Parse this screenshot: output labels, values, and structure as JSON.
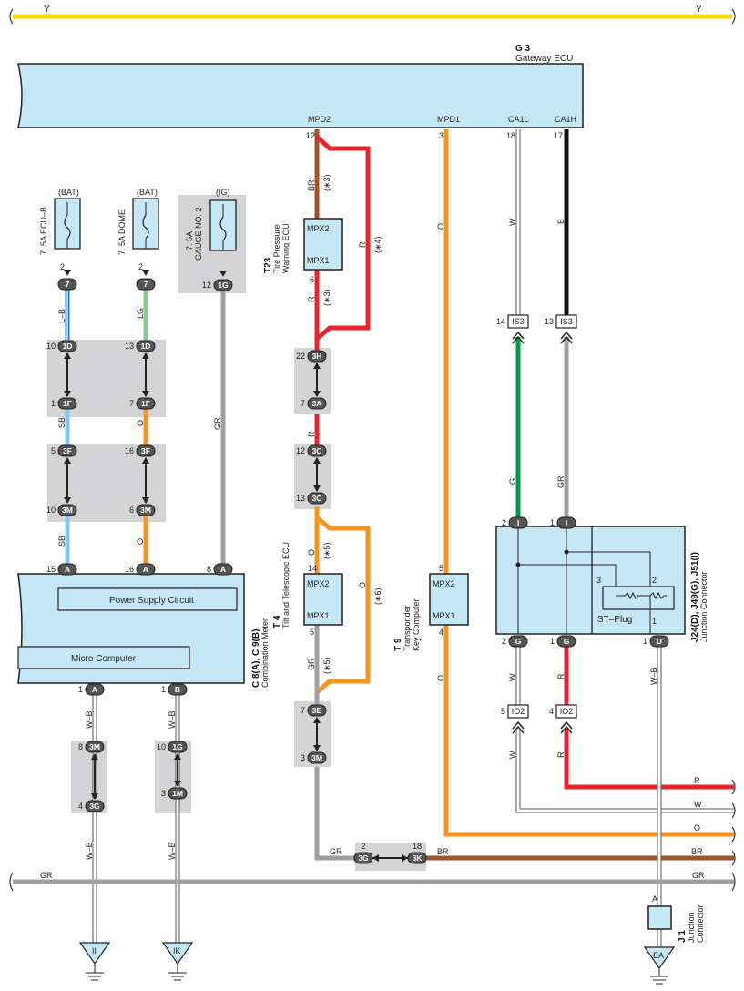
{
  "ecu": {
    "ref": "G 3",
    "name": "Gateway ECU",
    "pins": [
      "MPD2",
      "MPD1",
      "CA1L",
      "CA1H"
    ],
    "pin_nums": [
      "12",
      "3",
      "18",
      "17"
    ]
  },
  "bus_top": {
    "label": "Y",
    "color": "#f9d607"
  },
  "fuses": [
    {
      "src": "(BAT)",
      "name": "7. 5A ECU–B",
      "pin": "2",
      "conn": "7"
    },
    {
      "src": "(BAT)",
      "name": "7. 5A DOME",
      "pin": "2",
      "conn": "7"
    },
    {
      "src": "(IG)",
      "name1": "7. 5A",
      "name2": "GAUGE NO. 2",
      "pin": "12",
      "conn": "1G"
    }
  ],
  "wire_labels": {
    "lb": "L–B",
    "lg": "LG",
    "sb": "SB",
    "o": "O",
    "gr": "GR",
    "br": "BR",
    "r": "R",
    "w": "W",
    "b": "B",
    "g": "G",
    "wb": "W–B",
    "y": "Y"
  },
  "notes": {
    "n3": "(∗3)",
    "n4": "(∗4)",
    "n5": "(∗5)",
    "n6": "(∗6)"
  },
  "connectors": {
    "c1D": "1D",
    "c1F": "1F",
    "c3F": "3F",
    "c3M": "3M",
    "c3H": "3H",
    "c3A": "3A",
    "c3C": "3C",
    "c3E": "3E",
    "c3G": "3G",
    "c3K": "3K",
    "c1G": "1G",
    "c1M": "1M",
    "cA": "A",
    "cB": "B",
    "cI": "I",
    "cG": "G",
    "cD": "D",
    "cIS3": "IS3",
    "cIO2": "IO2"
  },
  "pin_nums": {
    "p10": "10",
    "p13": "13",
    "p1": "1",
    "p7": "7",
    "p5": "5",
    "p16": "16",
    "p6": "6",
    "p15": "15",
    "p8": "8",
    "p22": "22",
    "p12": "12",
    "p14": "14",
    "p3": "3",
    "p4": "4",
    "p2": "2",
    "p18": "18",
    "p17": "17"
  },
  "tpw": {
    "ref": "T23",
    "name1": "Tire Pressure",
    "name2": "Warning ECU",
    "top": "MPX2",
    "bot": "MPX1"
  },
  "tilt": {
    "ref": "T 4",
    "name": "Tilt and Telescopic ECU",
    "top": "MPX2",
    "bot": "MPX1"
  },
  "tkey": {
    "ref": "T 9",
    "name1": "Transponder",
    "name2": "Key Computer",
    "top": "MPX2",
    "bot": "MPX1"
  },
  "meter": {
    "ref": "C 8(A), C 9(B)",
    "name": "Combination Meter",
    "psc": "Power Supply Circuit",
    "mc": "Micro Computer"
  },
  "junction": {
    "ref": "J24(D), J49(G), J51(I)",
    "name": "Junction Connector",
    "plug": "ST–Plug"
  },
  "j1": {
    "ref": "J 1",
    "name1": "Junction",
    "name2": "Connector",
    "pin": "A"
  },
  "grounds": [
    "II",
    "IK",
    "EA"
  ],
  "colors": {
    "Y": "#f9d607",
    "R": "#e8252d",
    "O": "#f7941d",
    "BR": "#a0522d",
    "GR": "#9d9fa2",
    "G": "#009b48",
    "B": "#111111",
    "SB": "#7fc8ec",
    "LG": "#86c99a",
    "W": "#ffffff",
    "ECU": "#c6e7f5"
  }
}
